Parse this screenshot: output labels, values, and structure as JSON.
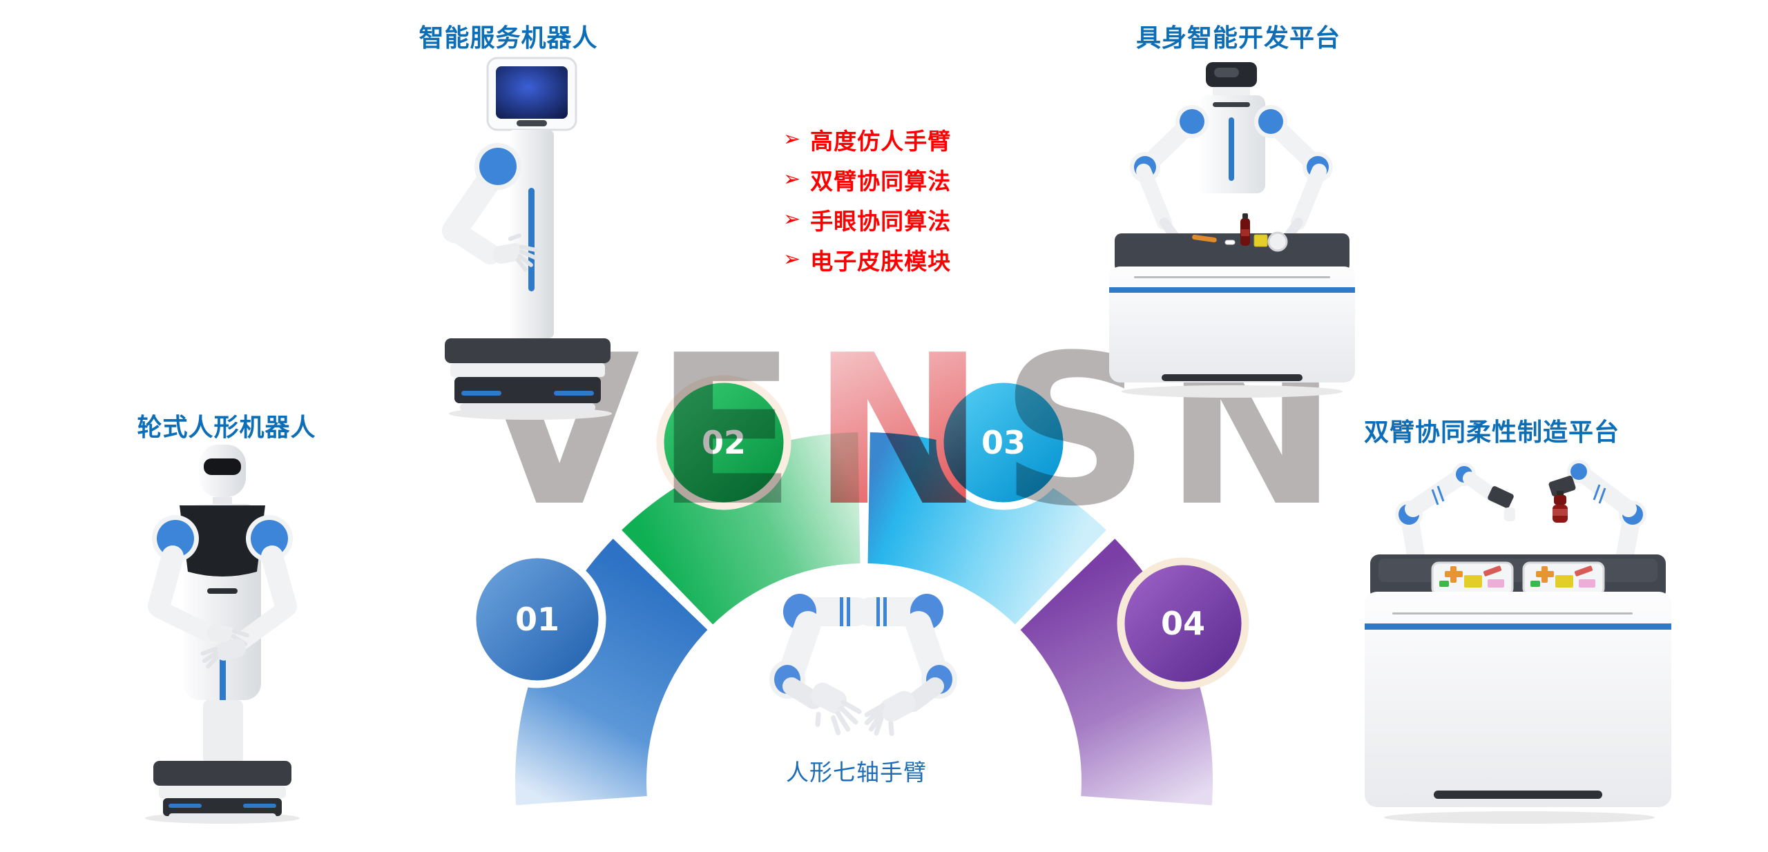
{
  "page": {
    "background": "#ffffff",
    "label_color": "#0d6eb8",
    "accent_blue": "#2e7ac9",
    "joint_blue": "#3d85d8"
  },
  "watermark": {
    "text": "VENSN",
    "part_before": "VE",
    "part_accent": "N",
    "part_after": "SN",
    "gray": "#b7b3b3",
    "accent_top": "#f4c3c6",
    "accent_bottom": "#e4575a"
  },
  "labels": {
    "service_robot": "智能服务机器人",
    "embodied_platform": "具身智能开发平台",
    "wheeled_humanoid": "轮式人形机器人",
    "dual_arm_platform": "双臂协同柔性制造平台",
    "humanoid_arm": "人形七轴手臂"
  },
  "features": {
    "bullet_char": "➢",
    "color": "#ff0000",
    "items": [
      "高度仿人手臂",
      "双臂协同算法",
      "手眼协同算法",
      "电子皮肤模块"
    ]
  },
  "steps": [
    {
      "number": "01",
      "color_from": "#6aa1dc",
      "color_to": "#1f5fae",
      "sector_from": "#2d72c4",
      "sector_to": "#dce9f8"
    },
    {
      "number": "02",
      "color_from": "#33c66e",
      "color_to": "#089441",
      "sector_from": "#0fb054",
      "sector_to": "#d3f0de"
    },
    {
      "number": "03",
      "color_from": "#4cc9f1",
      "color_to": "#0795d2",
      "sector_from": "#29b6ec",
      "sector_to": "#cdeffb"
    },
    {
      "number": "04",
      "color_from": "#9a5fc4",
      "color_to": "#5c2b91",
      "sector_from": "#7a3ea6",
      "sector_to": "#e6dcf1"
    }
  ]
}
